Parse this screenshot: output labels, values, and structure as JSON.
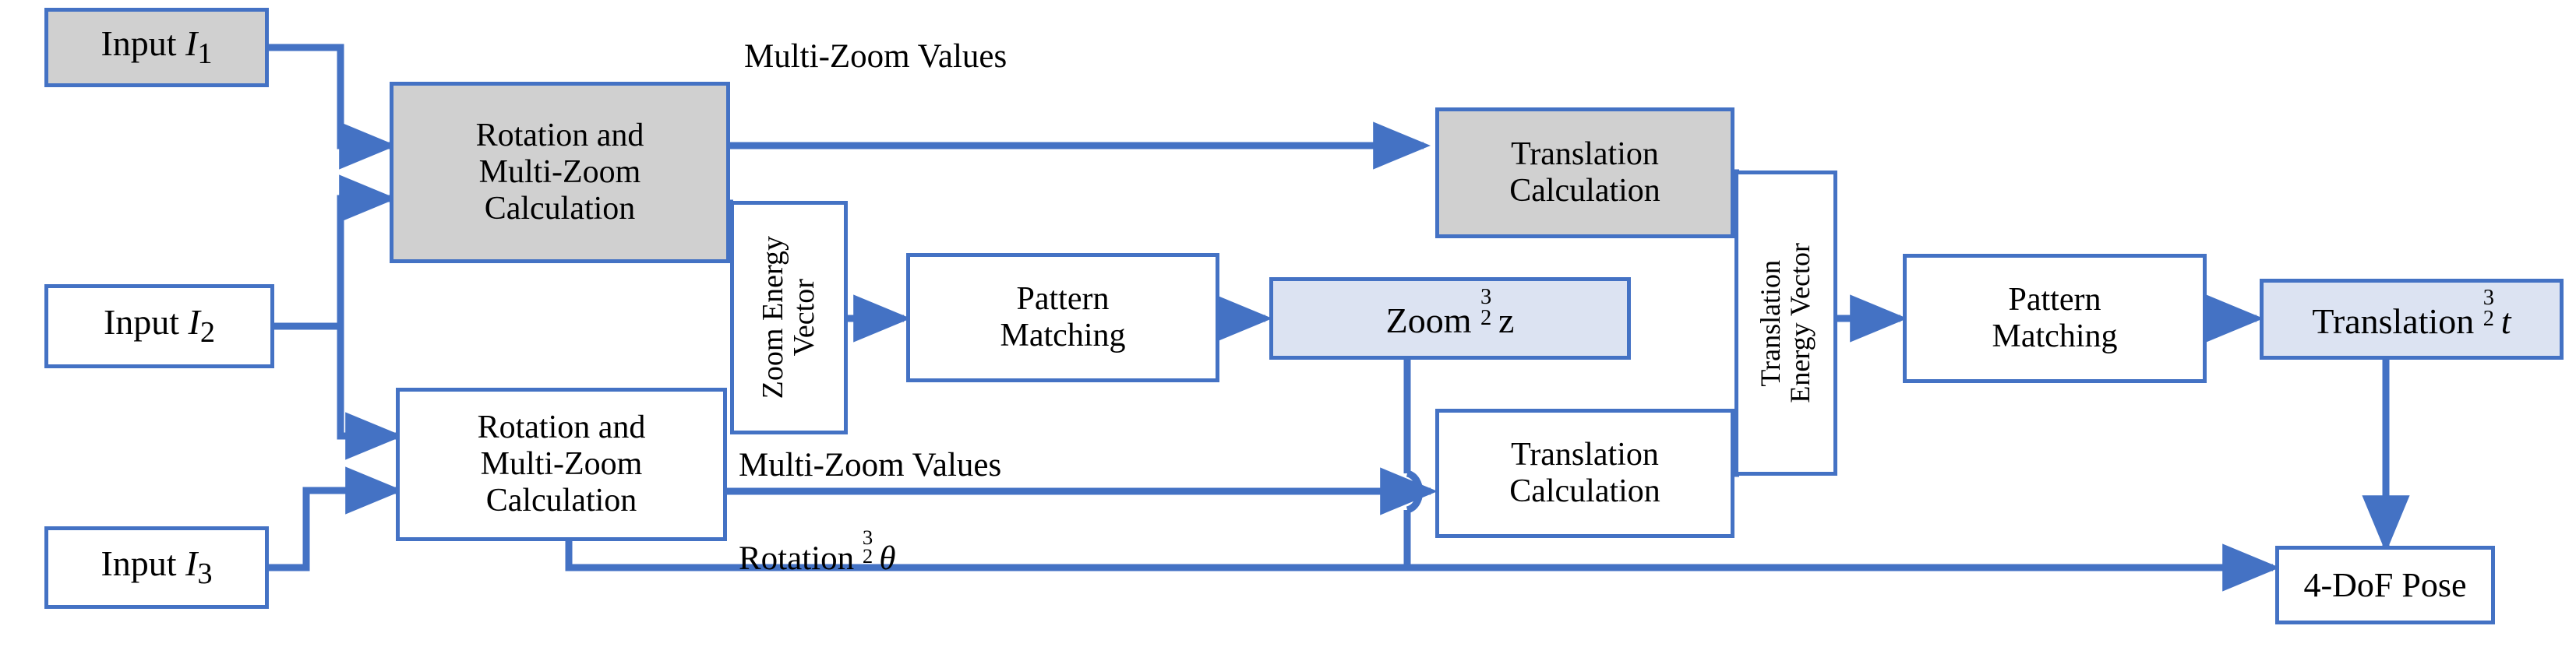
{
  "diagram": {
    "title": "Multi-zoom rotation translation pipeline",
    "colors": {
      "border": "#4472C4",
      "fill_gray": "#D0D0D0",
      "fill_white": "#FFFFFF",
      "fill_blue": "#DCE3F2",
      "text": "#000000",
      "background": "#FFFFFF"
    },
    "nodes": {
      "input_1": {
        "prefix": "Input ",
        "symbol": "I",
        "sub": "1",
        "fill": "gray"
      },
      "input_2": {
        "prefix": "Input ",
        "symbol": "I",
        "sub": "2",
        "fill": "white"
      },
      "input_3": {
        "prefix": "Input ",
        "symbol": "I",
        "sub": "3",
        "fill": "white"
      },
      "rotation_top": {
        "line1": "Rotation and",
        "line2": "Multi-Zoom",
        "line3": "Calculation",
        "fill": "gray"
      },
      "rotation_bottom": {
        "line1": "Rotation and",
        "line2": "Multi-Zoom",
        "line3": "Calculation",
        "fill": "white"
      },
      "zoom_energy_vector": {
        "label": "Zoom Energy\nVector",
        "fill": "white"
      },
      "pattern_matching_1": {
        "line1": "Pattern",
        "line2": "Matching",
        "fill": "white"
      },
      "pattern_matching_2": {
        "line1": "Pattern",
        "line2": "Matching",
        "fill": "white"
      },
      "zoom_result": {
        "prefix": "Zoom ",
        "pre_top": "3",
        "pre_bot": "2",
        "symbol": "z",
        "fill": "blue"
      },
      "translation_calc_top": {
        "line1": "Translation",
        "line2": "Calculation",
        "fill": "gray"
      },
      "translation_calc_bottom": {
        "line1": "Translation",
        "line2": "Calculation",
        "fill": "white"
      },
      "translation_energy_vector": {
        "label": "Translation\nEnergy Vector",
        "fill": "white"
      },
      "translation_result": {
        "prefix": "Translation ",
        "pre_top": "3",
        "pre_bot": "2",
        "symbol": "t",
        "fill": "blue"
      },
      "pose_output": {
        "label": "4-DoF Pose",
        "fill": "white"
      }
    },
    "edge_labels": {
      "multi_zoom_values_top": "Multi-Zoom Values",
      "multi_zoom_values_bottom": "Multi-Zoom Values",
      "rotation_theta_prefix": "Rotation ",
      "rotation_theta_pre_top": "3",
      "rotation_theta_pre_bot": "2",
      "rotation_theta_symbol": "θ"
    }
  }
}
